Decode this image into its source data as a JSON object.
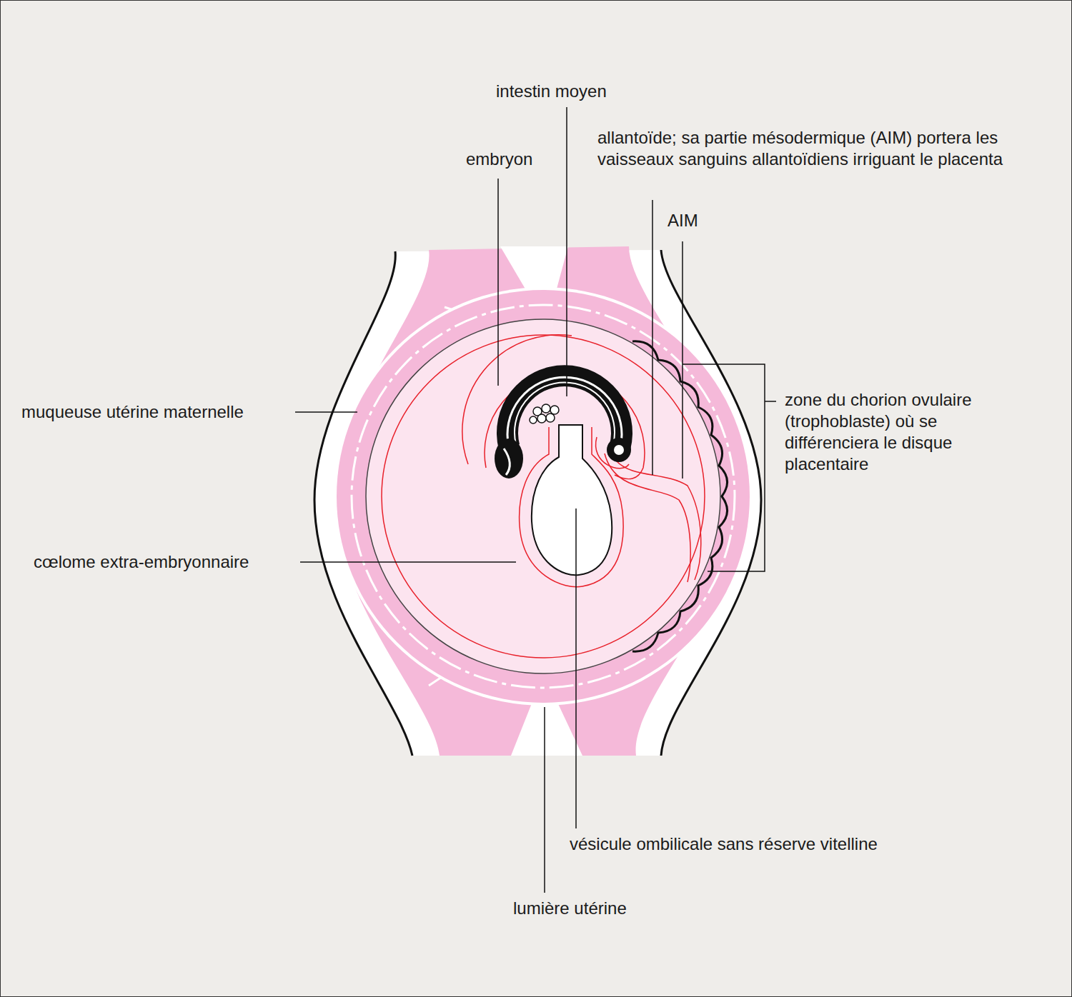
{
  "diagram": {
    "labels": [
      "intestin moyen",
      "embryon",
      "allantoïde; sa partie mésodermique (AIM) portera les vaisseaux sanguins allantoïdiens irriguant le placenta",
      "AIM",
      "zone du chorion ovulaire (trophoblaste) où se différenciera le disque placentaire",
      "muqueuse utérine maternelle",
      "cœlome extra-embryonnaire",
      "vésicule ombilicale sans réserve vitelline",
      "lumière utérine"
    ]
  }
}
